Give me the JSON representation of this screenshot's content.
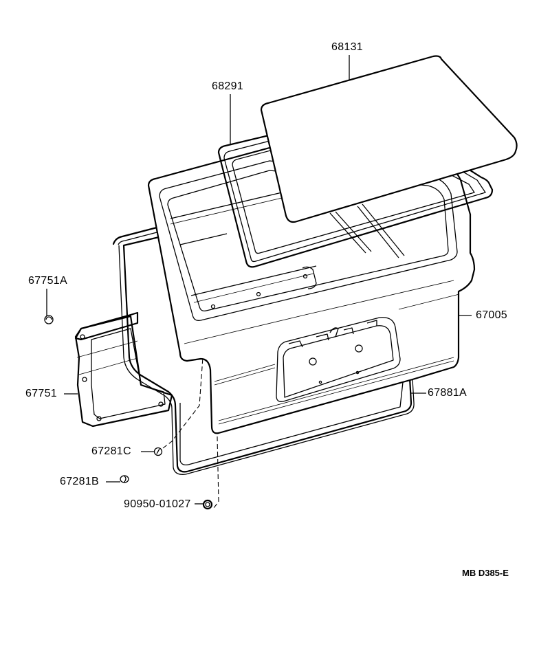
{
  "diagram": {
    "type": "exploded-parts-diagram",
    "subject": "Back door (hatch) panel, glass, weatherstrips and fasteners",
    "drawing_code": "MB D385-E",
    "parts": [
      {
        "id": "68131",
        "label": "68131",
        "description": "back door glass"
      },
      {
        "id": "68291",
        "label": "68291",
        "description": "glass weatherstrip"
      },
      {
        "id": "67005",
        "label": "67005",
        "description": "back door panel"
      },
      {
        "id": "67881A",
        "label": "67881A",
        "description": "back door weatherstrip"
      },
      {
        "id": "67751A",
        "label": "67751A",
        "description": "clip"
      },
      {
        "id": "67751",
        "label": "67751",
        "description": "back door trim board"
      },
      {
        "id": "67281C",
        "label": "67281C",
        "description": "clip"
      },
      {
        "id": "67281B",
        "label": "67281B",
        "description": "clip"
      },
      {
        "id": "90950-01027",
        "label": "90950-01027",
        "description": "grommet / plug"
      }
    ]
  }
}
